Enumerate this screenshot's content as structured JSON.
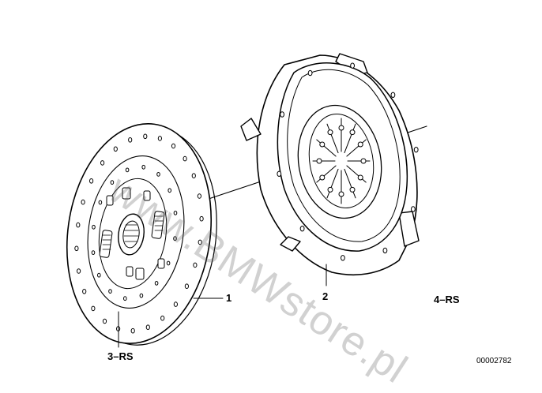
{
  "diagram": {
    "callouts": [
      {
        "id": "1",
        "text": "1"
      },
      {
        "id": "2",
        "text": "2"
      },
      {
        "id": "3",
        "text": "3–RS"
      },
      {
        "id": "4",
        "text": "4–RS"
      }
    ],
    "figure_code": "00002782",
    "watermark": "www.BMWstore.pl"
  },
  "colors": {
    "line": "#000000",
    "background": "#ffffff",
    "watermark": "#8a8a8a"
  }
}
